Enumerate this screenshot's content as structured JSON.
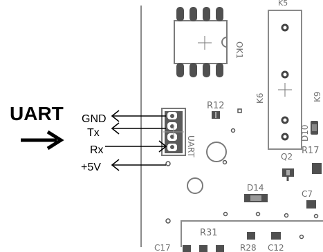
{
  "uart_title": "UART",
  "pin_labels": {
    "gnd": "GND",
    "tx": "Tx",
    "rx": "Rx",
    "vcc": "+5V"
  },
  "connector_label": "UART",
  "components": {
    "ok1": "OK1",
    "r12": "R12",
    "k6": "K6",
    "k9": "K9",
    "d10": "D10",
    "q2": "Q2",
    "r17": "R17",
    "d14": "D14",
    "c7": "C7",
    "r31": "R31",
    "r28": "R28",
    "c12": "C12",
    "c17": "C17",
    "k5": "K5"
  },
  "colors": {
    "board_lines": "#7a7a7a",
    "pads": "#505050",
    "labels": "#000000",
    "arrow": "#000000"
  }
}
